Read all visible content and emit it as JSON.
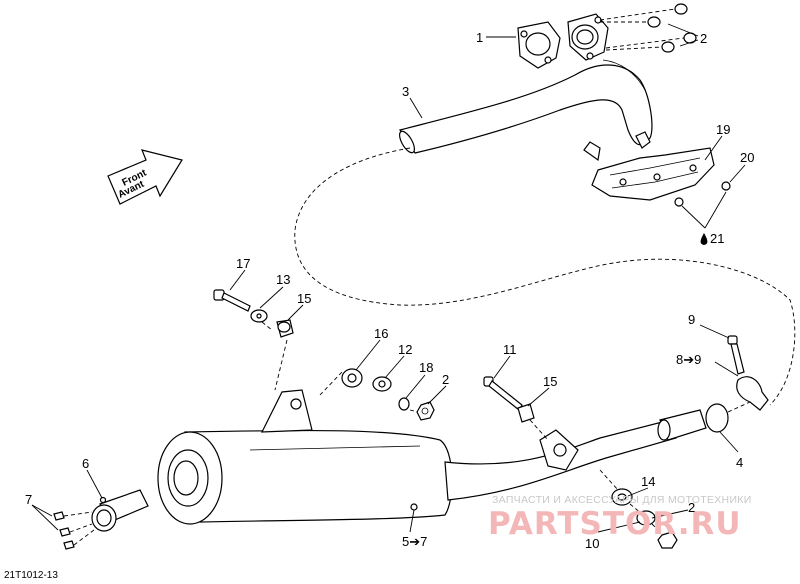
{
  "diagram": {
    "drawing_code": "21T1012-13",
    "front_label": {
      "line1": "Front",
      "line2": "Avant"
    },
    "callouts": [
      {
        "id": "c1",
        "text": "1"
      },
      {
        "id": "c2a",
        "text": "2"
      },
      {
        "id": "c3",
        "text": "3"
      },
      {
        "id": "c19",
        "text": "19"
      },
      {
        "id": "c20",
        "text": "20"
      },
      {
        "id": "c21",
        "text": "21"
      },
      {
        "id": "c17",
        "text": "17"
      },
      {
        "id": "c13",
        "text": "13"
      },
      {
        "id": "c15a",
        "text": "15"
      },
      {
        "id": "c16",
        "text": "16"
      },
      {
        "id": "c12",
        "text": "12"
      },
      {
        "id": "c18",
        "text": "18"
      },
      {
        "id": "c2b",
        "text": "2"
      },
      {
        "id": "c11",
        "text": "11"
      },
      {
        "id": "c15b",
        "text": "15"
      },
      {
        "id": "c9",
        "text": "9"
      },
      {
        "id": "c8to9",
        "text": "8➔9"
      },
      {
        "id": "c4",
        "text": "4"
      },
      {
        "id": "c6",
        "text": "6"
      },
      {
        "id": "c7",
        "text": "7"
      },
      {
        "id": "c5to7",
        "text": "5➔7"
      },
      {
        "id": "c14",
        "text": "14"
      },
      {
        "id": "c2c",
        "text": "2"
      },
      {
        "id": "c10",
        "text": "10"
      }
    ],
    "watermark": {
      "subtitle": "ЗАПЧАСТИ И АКСЕССУАРЫ ДЛЯ МОТОТЕХНИКИ",
      "brand": "PARTSTOR.RU"
    }
  }
}
